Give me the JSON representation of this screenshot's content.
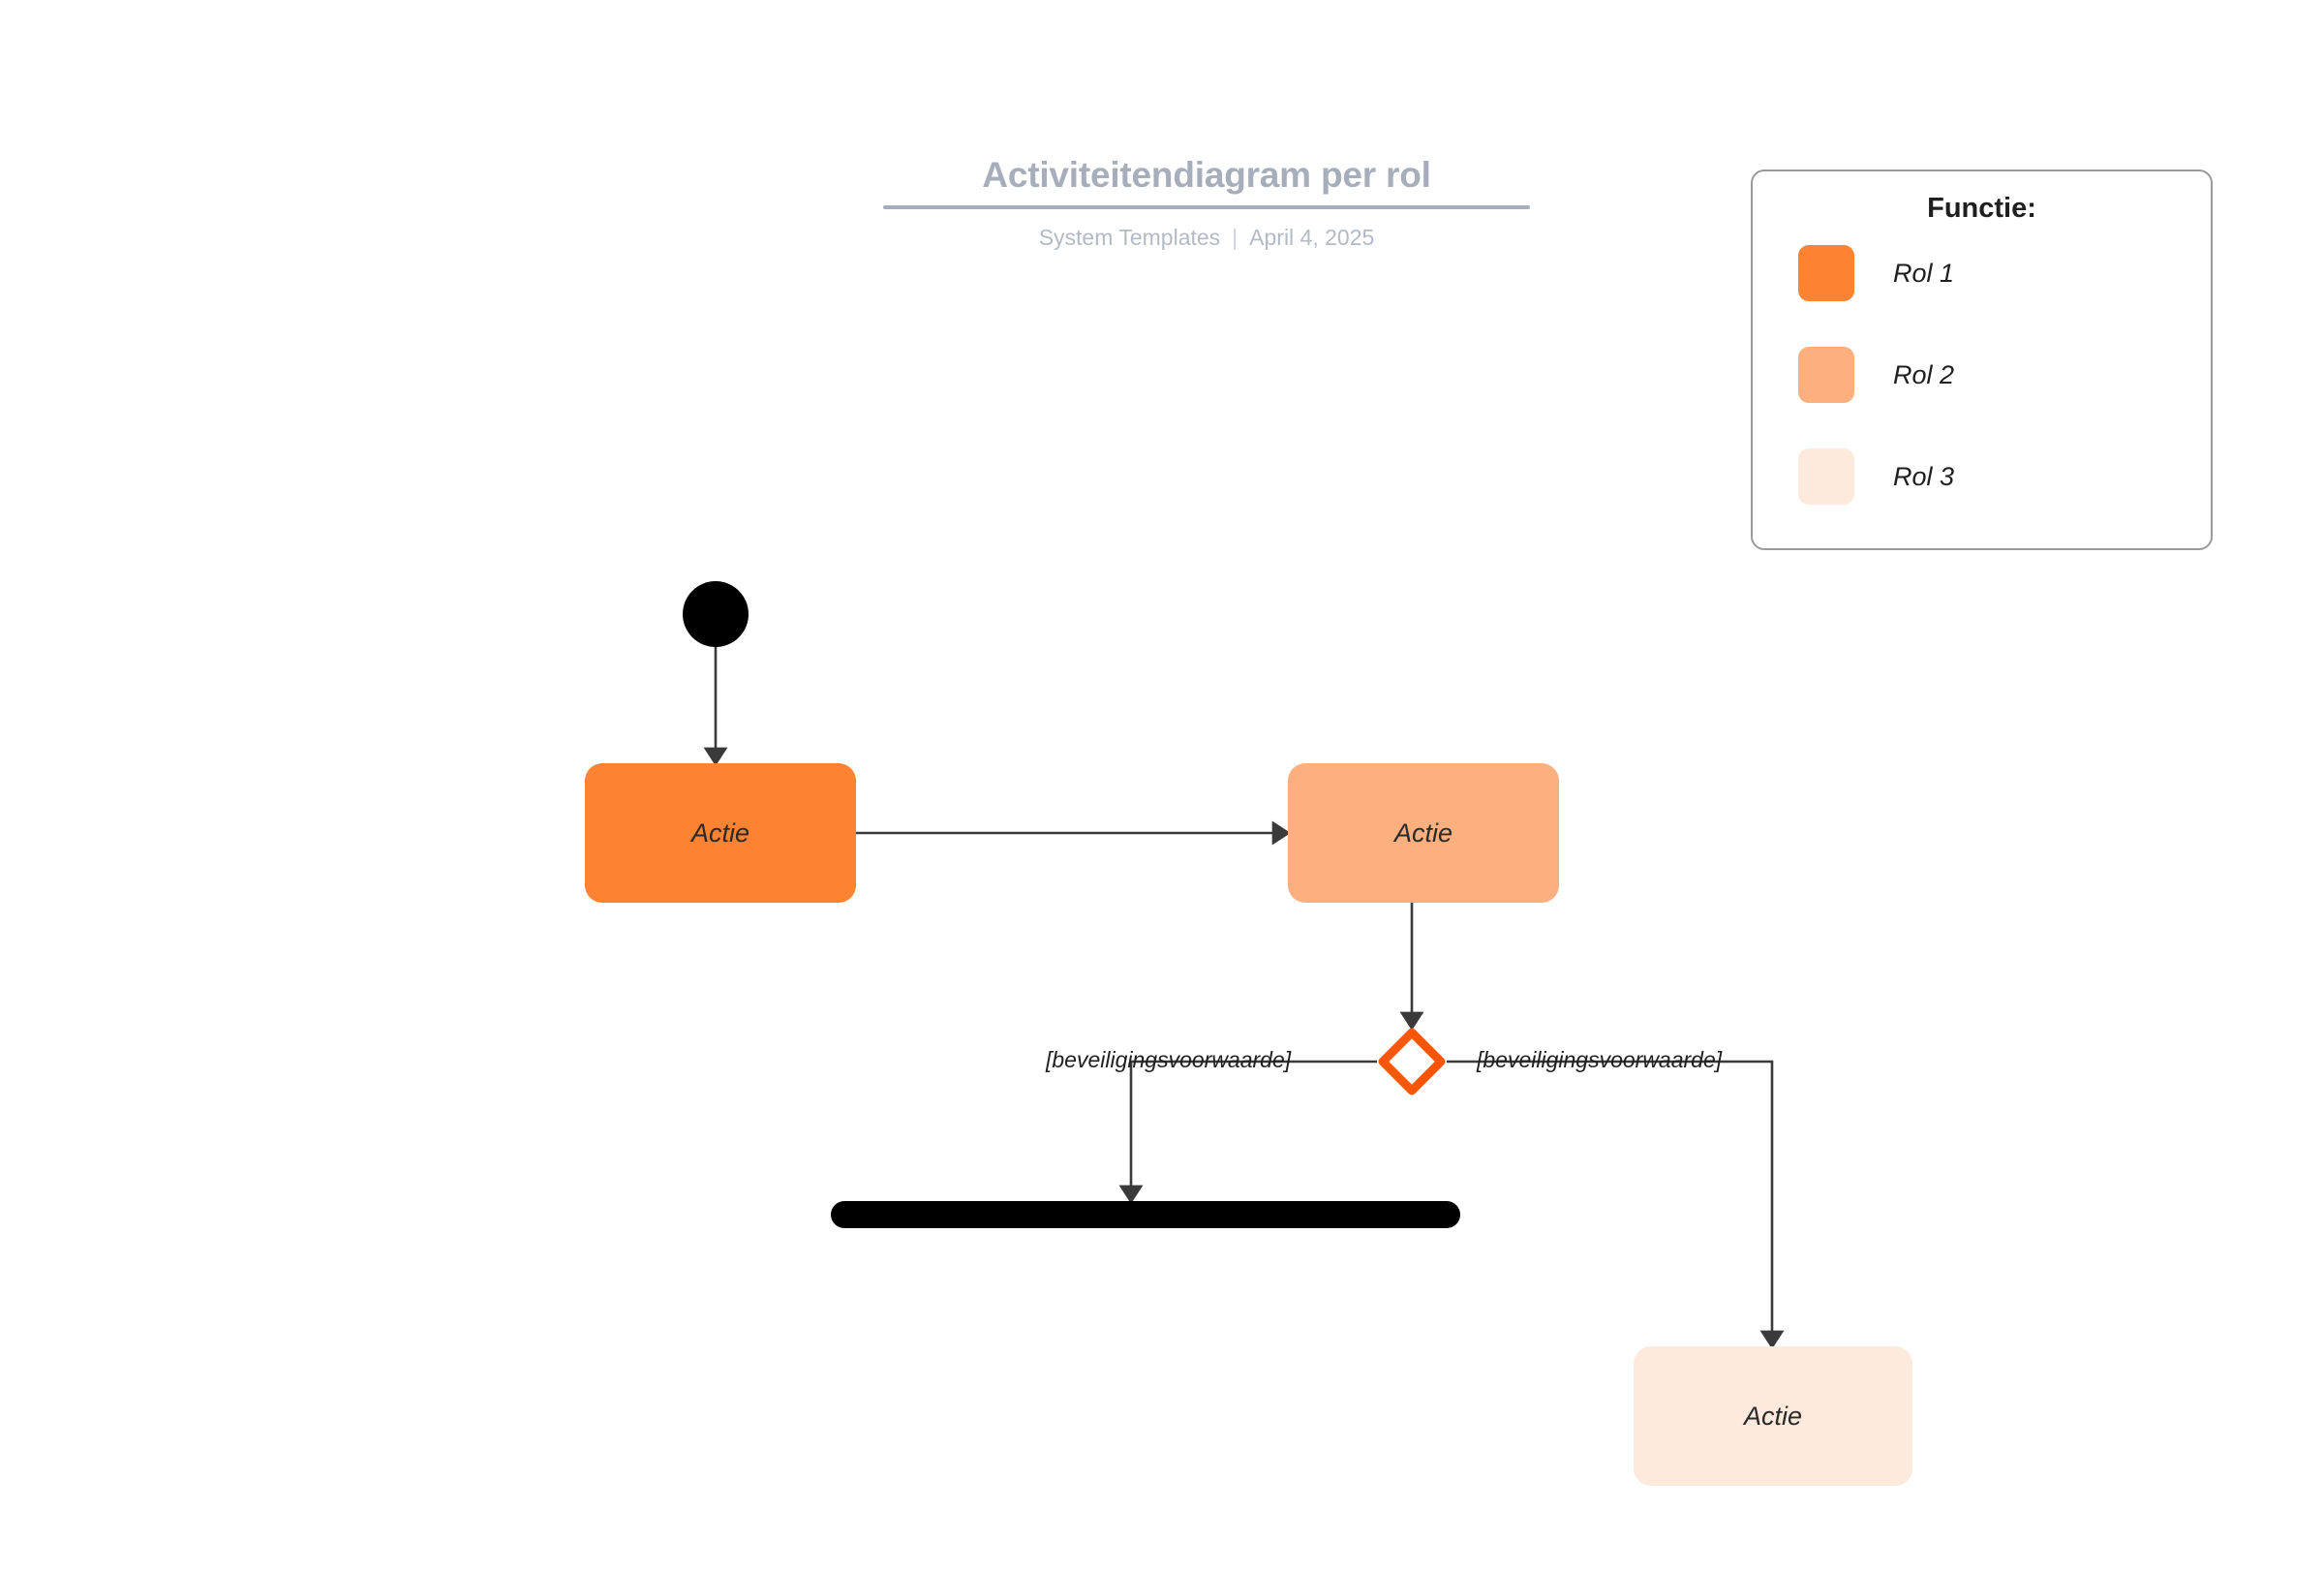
{
  "header": {
    "title": "Activiteitendiagram per rol",
    "source": "System Templates",
    "separator": "|",
    "date": "April 4, 2025"
  },
  "legend": {
    "title": "Functie:",
    "items": [
      {
        "label": "Rol 1",
        "color": "#FB8332"
      },
      {
        "label": "Rol 2",
        "color": "#FCB07E"
      },
      {
        "label": "Rol 3",
        "color": "#FDEADC"
      }
    ]
  },
  "diagram": {
    "start_node": {
      "name": "start",
      "color": "#000000"
    },
    "actions": [
      {
        "label": "Actie",
        "role": "Rol 1",
        "color": "#FB8332"
      },
      {
        "label": "Actie",
        "role": "Rol 2",
        "color": "#FCB07E"
      },
      {
        "label": "Actie",
        "role": "Rol 3",
        "color": "#FDEADC"
      }
    ],
    "decision": {
      "color": "#FB5607"
    },
    "guards": [
      "[beveiligingsvoorwaarde]",
      "[beveiligingsvoorwaarde]"
    ],
    "fork_bar": {
      "color": "#000000"
    },
    "connector_color": "#3a3a3a"
  }
}
